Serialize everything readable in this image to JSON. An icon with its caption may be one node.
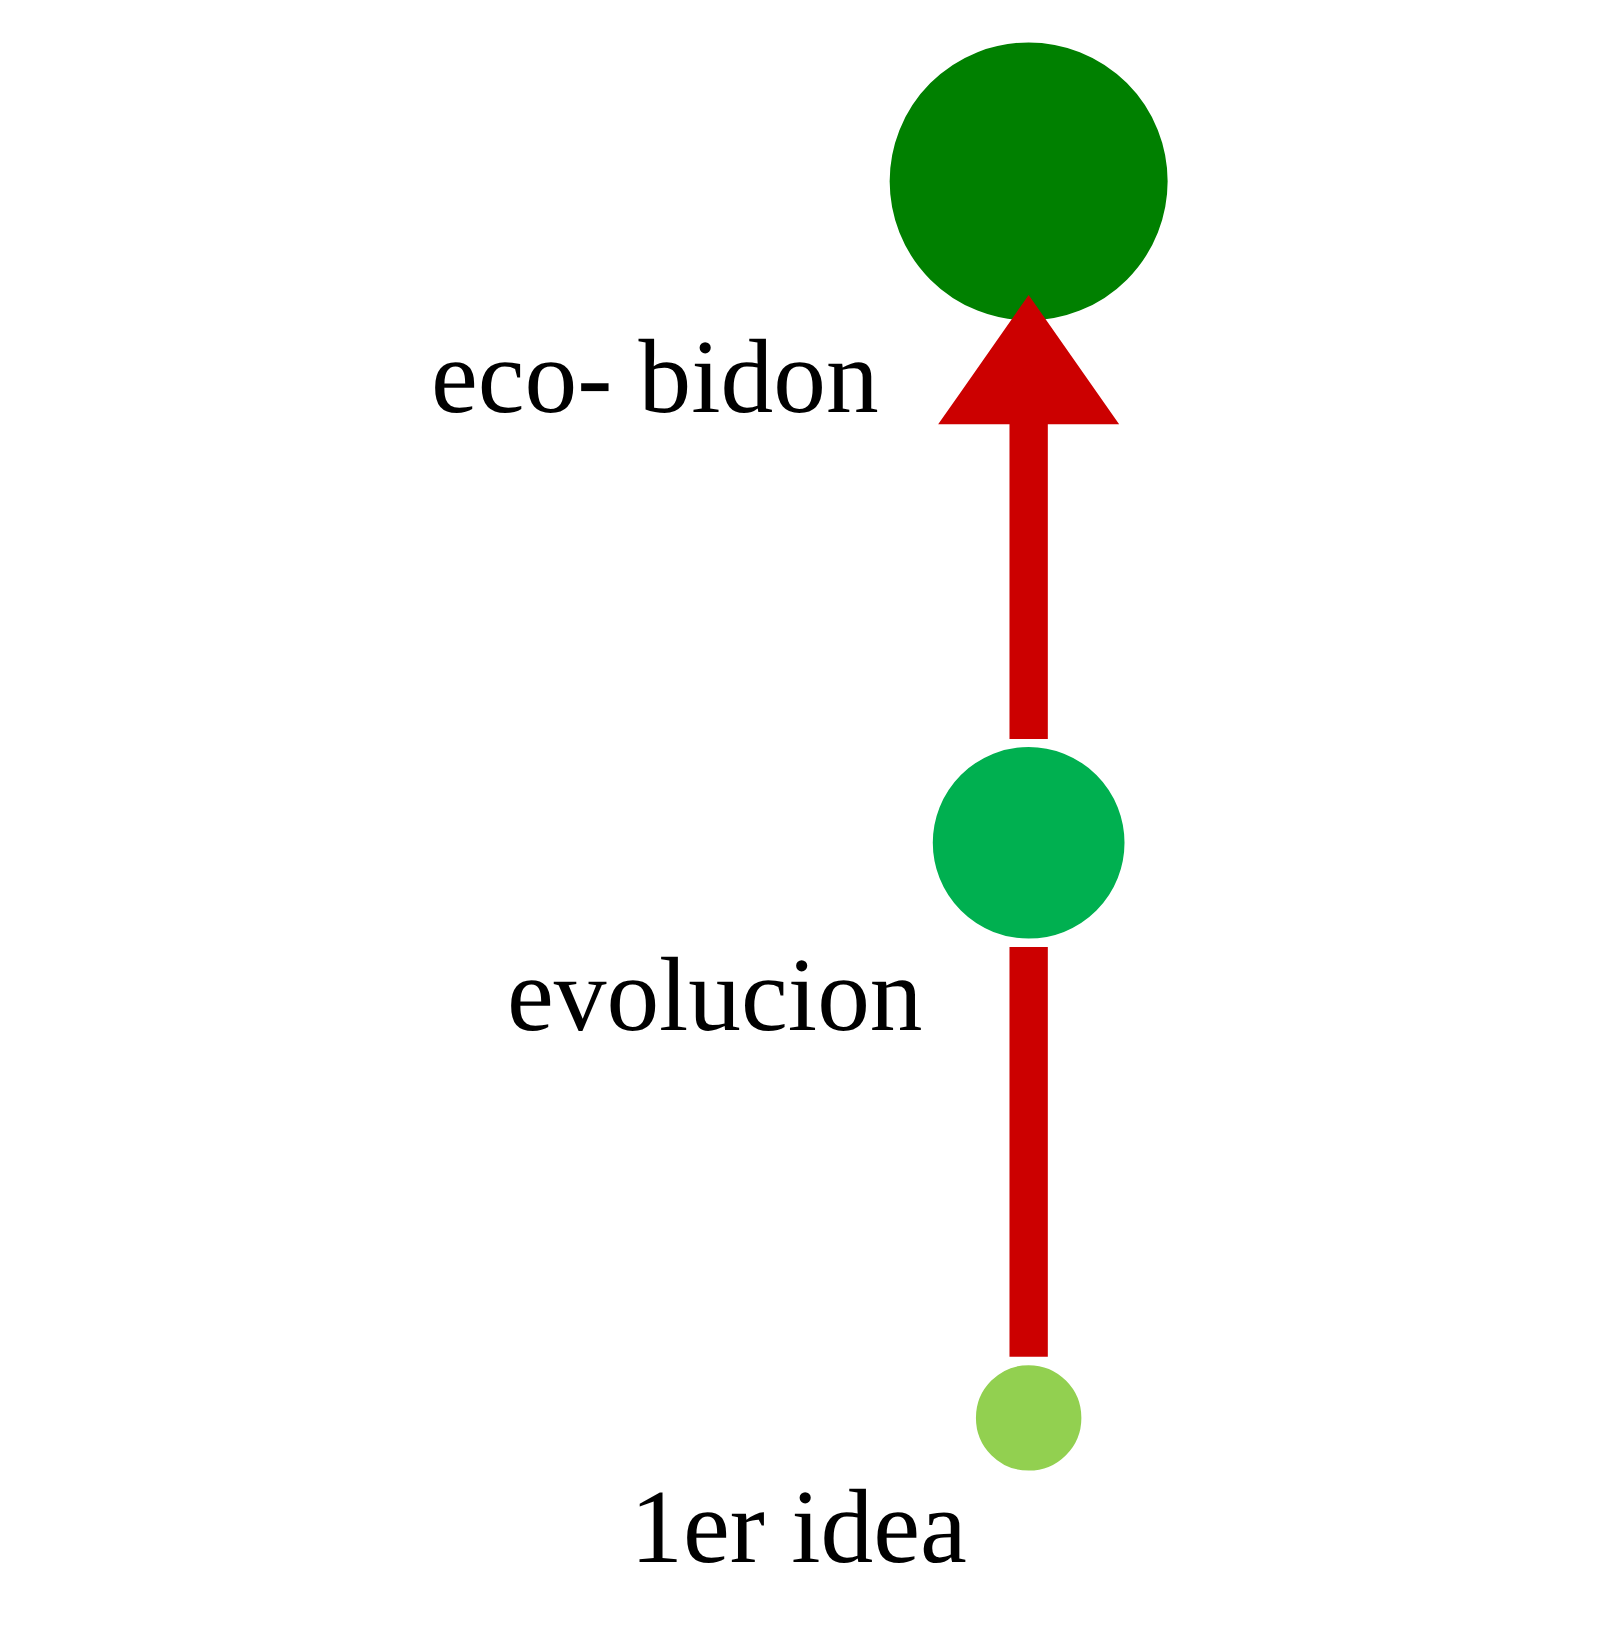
{
  "diagram": {
    "nodes": [
      {
        "text": [],
        "shape": "circle",
        "beside": [
          "1er idea"
        ]
      },
      {
        "text": [],
        "shape": "circle",
        "beside": [
          "evolucion"
        ]
      },
      {
        "text": [],
        "shape": "circle",
        "beside": [
          "eco- bidon"
        ]
      }
    ],
    "edges": [
      {
        "from": 0,
        "to": 1,
        "arrow": "none"
      },
      {
        "from": 1,
        "to": 2,
        "arrow": "to"
      }
    ]
  }
}
